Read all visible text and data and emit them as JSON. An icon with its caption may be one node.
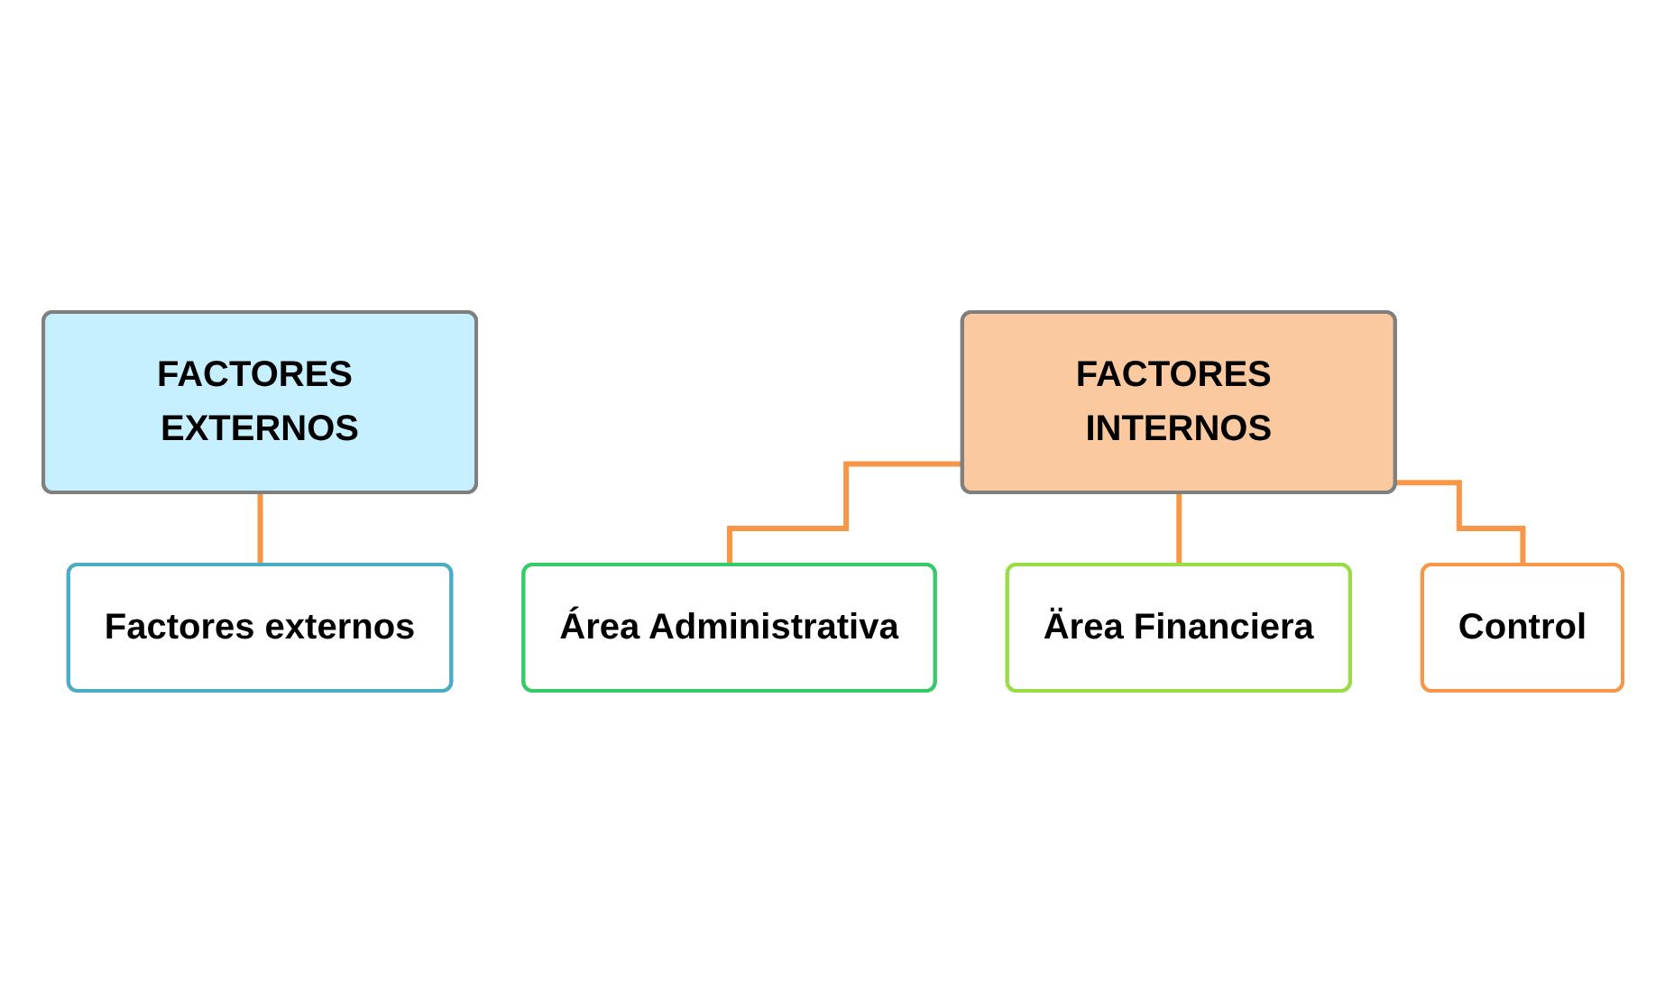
{
  "diagram": {
    "nodes": [
      {
        "text": [
          "FACTORES EXTERNOS"
        ]
      },
      {
        "text": [
          "Factores externos"
        ]
      },
      {
        "text": [
          "FACTORES INTERNOS"
        ]
      },
      {
        "text": [
          "Área Administrativa"
        ]
      },
      {
        "text": [
          "Ärea Financiera"
        ]
      },
      {
        "text": [
          "Control"
        ]
      }
    ],
    "edges": [
      {
        "from": 0,
        "to": 1,
        "arrow": "none"
      },
      {
        "from": 2,
        "to": 3,
        "arrow": "none"
      },
      {
        "from": 2,
        "to": 4,
        "arrow": "none"
      },
      {
        "from": 2,
        "to": 5,
        "arrow": "none"
      }
    ]
  }
}
